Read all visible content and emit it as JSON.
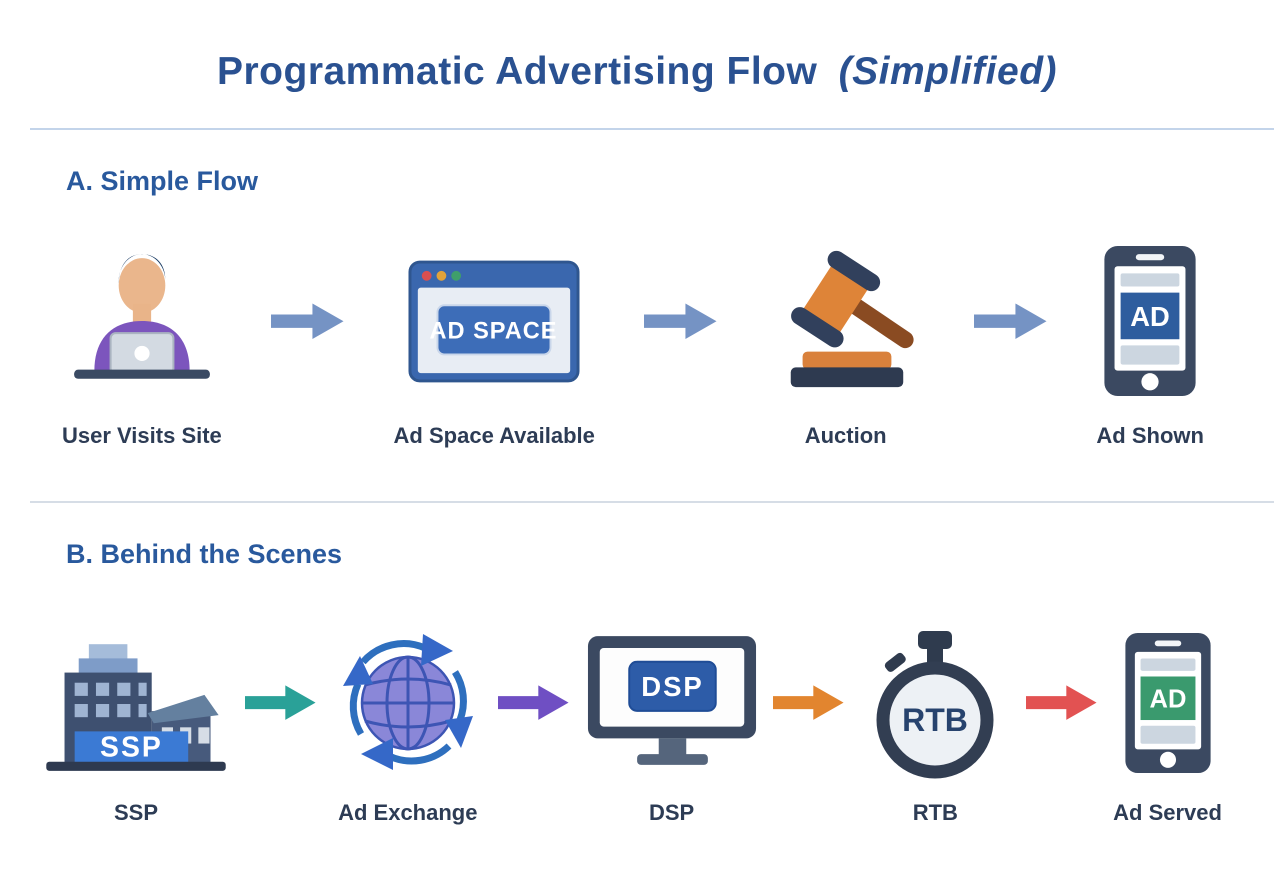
{
  "title": {
    "main": "Programmatic Advertising Flow",
    "suffix": "(Simplified)"
  },
  "colors": {
    "title_blue": "#2a5191",
    "heading_blue": "#29599d",
    "label_navy": "#2d3c55",
    "divider_blue": "#c3d4ea",
    "slate_dark": "#3b4961",
    "badge_blue": "#2e5d9e",
    "badge_green": "#3a9a6e",
    "banner_blue": "#3b7ad4"
  },
  "sections": {
    "a": {
      "heading": "A. Simple Flow",
      "arrow_color": "#7593c4",
      "steps": [
        {
          "label": "User Visits Site",
          "icon": "user-at-laptop-icon"
        },
        {
          "label": "Ad Space Available",
          "icon": "browser-window-icon",
          "badge": "AD SPACE",
          "badge_color": "#3d6db8"
        },
        {
          "label": "Auction",
          "icon": "gavel-icon"
        },
        {
          "label": "Ad Shown",
          "icon": "smartphone-ad-icon",
          "badge": "AD",
          "badge_color": "#2e5d9e"
        }
      ]
    },
    "b": {
      "heading": "B. Behind the Scenes",
      "arrow_colors": [
        "#2aa198",
        "#6f4fc3",
        "#e2852f",
        "#e25252"
      ],
      "steps": [
        {
          "label": "SSP",
          "icon": "office-building-icon",
          "badge": "SSP",
          "badge_color": "#3b7ad4"
        },
        {
          "label": "Ad Exchange",
          "icon": "globe-exchange-icon"
        },
        {
          "label": "DSP",
          "icon": "desktop-monitor-icon",
          "badge": "DSP",
          "badge_color": "#2d5ca8"
        },
        {
          "label": "RTB",
          "icon": "stopwatch-icon",
          "badge": "RTB"
        },
        {
          "label": "Ad Served",
          "icon": "smartphone-ad-icon",
          "badge": "AD",
          "badge_color": "#3a9a6e"
        }
      ]
    }
  }
}
